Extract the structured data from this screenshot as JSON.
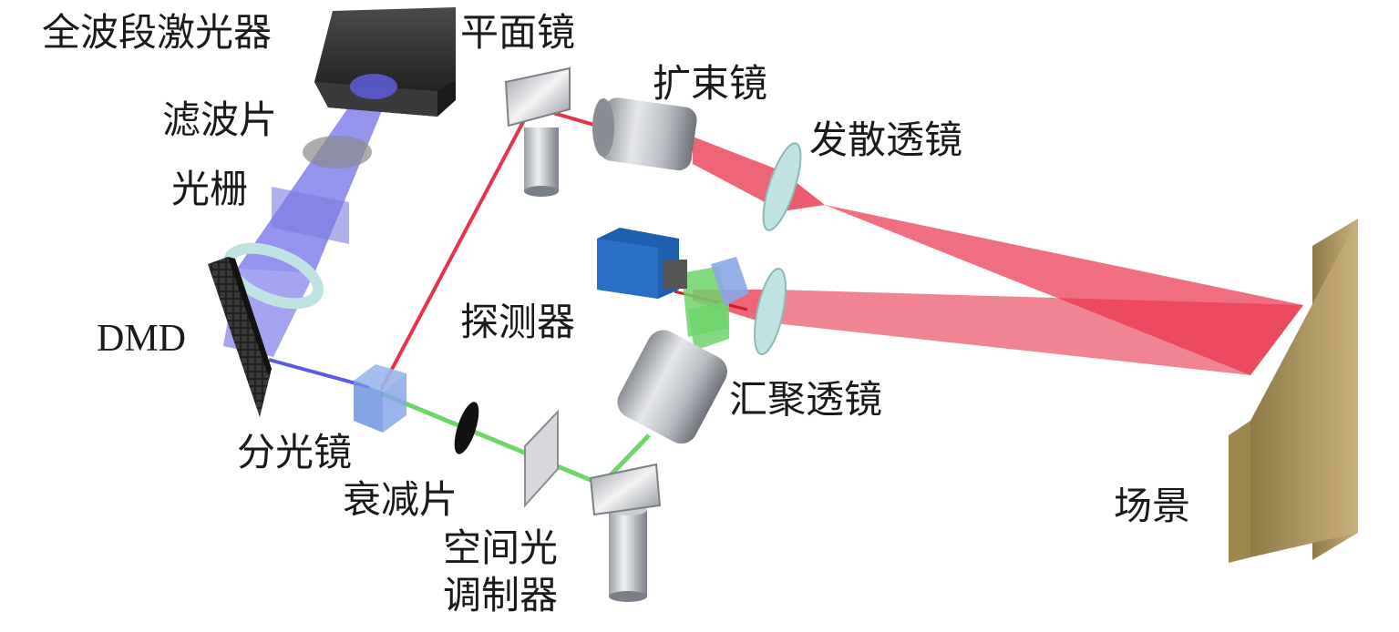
{
  "labels": {
    "laser": "全波段激光器",
    "filter": "滤波片",
    "grating": "光栅",
    "dmd": "DMD",
    "beamsplitter": "分光镜",
    "attenuator": "衰减片",
    "slm_line1": "空间光",
    "slm_line2": "调制器",
    "plane_mirror": "平面镜",
    "beam_expander": "扩束镜",
    "diverging_lens": "发散透镜",
    "detector": "探测器",
    "converging_lens": "汇聚透镜",
    "scene": "场景"
  },
  "colors": {
    "blue_beam": "#5a5ae6",
    "red_beam": "#e8324a",
    "green_beam": "#6fd46a",
    "lens_glass": "#bfe3e0",
    "scene_board": "#b49a62",
    "metal": "#b8bcc2",
    "detector_body": "#1f5fb0",
    "laser_body": "#2b2b2b"
  }
}
